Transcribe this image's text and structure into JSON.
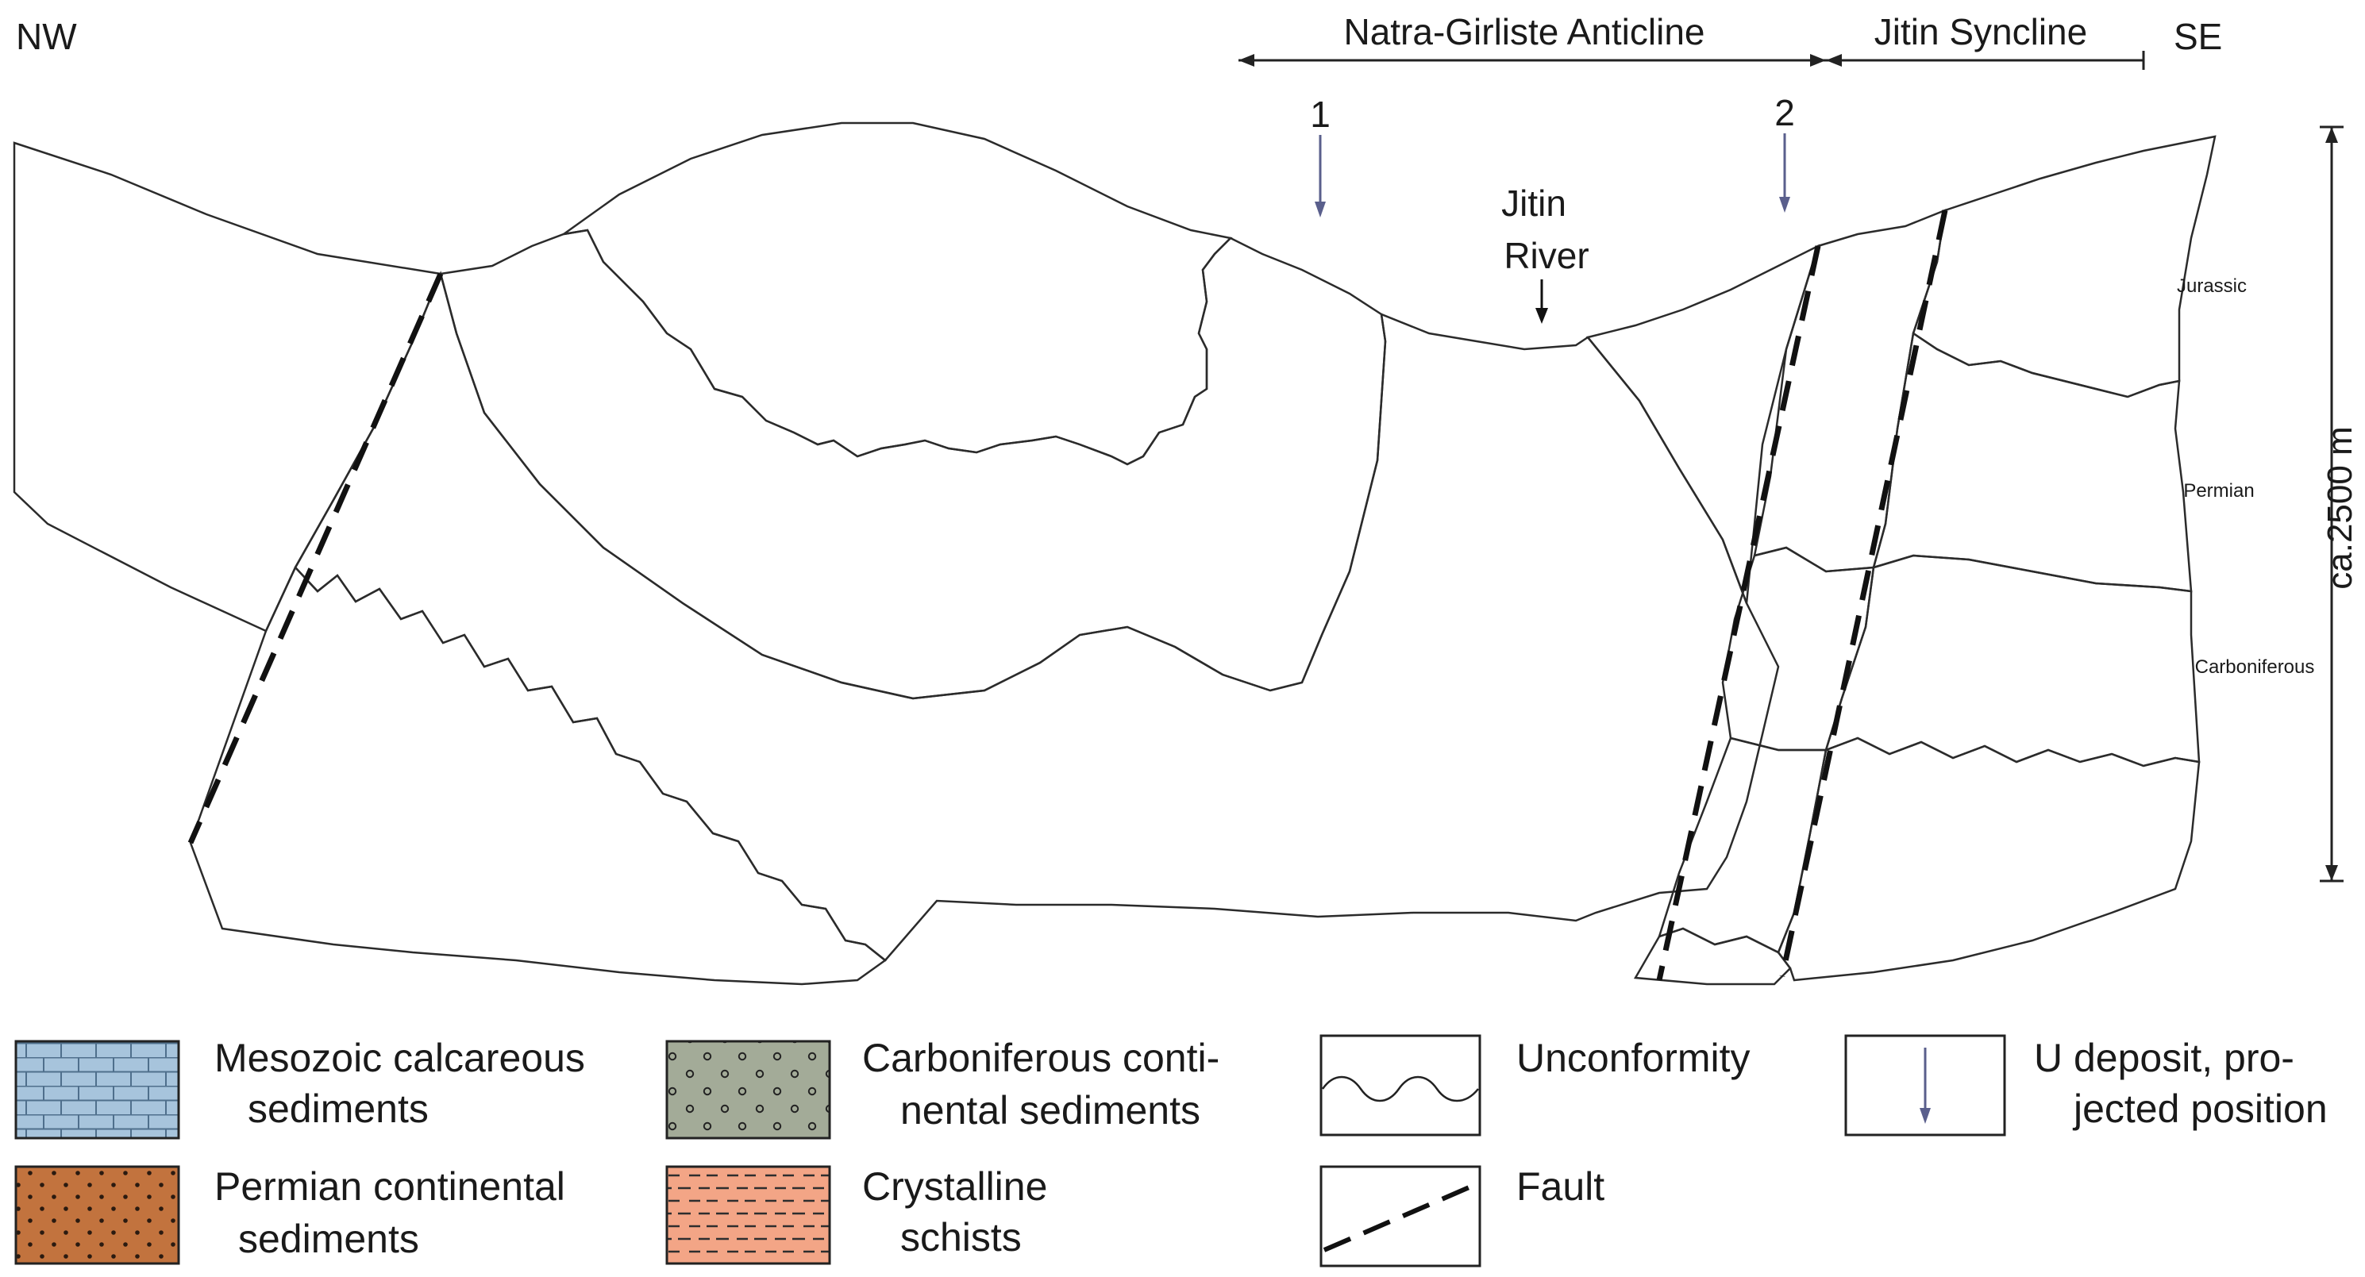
{
  "direction": {
    "left": "NW",
    "right": "SE"
  },
  "structures": {
    "anticline": "Natra-Girliste Anticline",
    "syncline": "Jitin Syncline"
  },
  "deposits": [
    {
      "label": "1"
    },
    {
      "label": "2"
    }
  ],
  "river": {
    "line1": "Jitin",
    "line2": "River"
  },
  "scale": {
    "label": "ca.2500 m"
  },
  "periods": [
    "Jurassic",
    "Permian",
    "Carboniferous"
  ],
  "units": {
    "mesozoic": {
      "name": "Mesozoic calcareous sediments",
      "color": "#a7c4dc"
    },
    "permian": {
      "name": "Permian continental sediments",
      "color": "#c2733e"
    },
    "carboniferous": {
      "name": "Carboniferous continental sediments",
      "color": "#a3ab98"
    },
    "crystalline": {
      "name": "Crystalline schists",
      "color": "#f3a586"
    }
  },
  "legend": {
    "mesozoic": {
      "line1": "Mesozoic calcareous",
      "line2": "sediments"
    },
    "permian": {
      "line1": "Permian continental",
      "line2": "sediments"
    },
    "carboniferous": {
      "line1": "Carboniferous conti-",
      "line2": "nental sediments"
    },
    "crystalline": {
      "line1": "Crystalline",
      "line2": "schists"
    },
    "unconformity": {
      "line1": "Unconformity"
    },
    "fault": {
      "line1": "Fault"
    },
    "u_deposit": {
      "line1": "U deposit, pro-",
      "line2": "jected position"
    }
  }
}
